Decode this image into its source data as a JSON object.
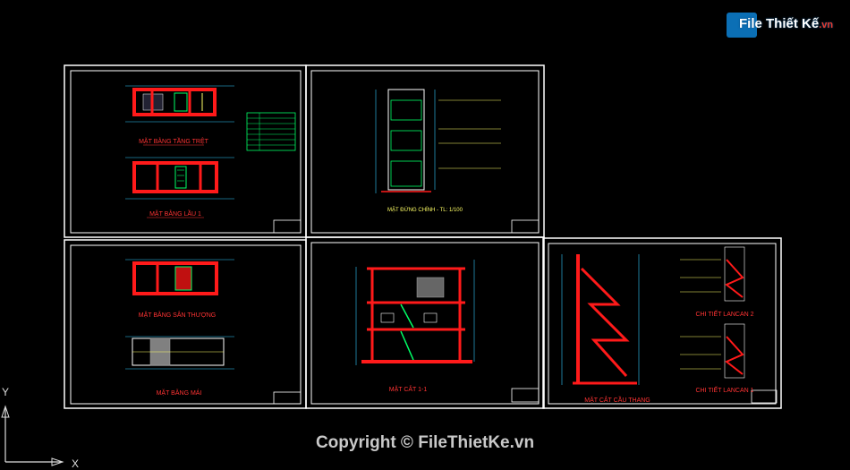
{
  "watermark": {
    "brand": "File Thiết Kế",
    "domain": ".vn"
  },
  "copyright": "Copyright © FileThietKe.vn",
  "ucs": {
    "x_label": "X",
    "y_label": "Y"
  },
  "sheets": [
    {
      "captions": [
        "MẶT BẰNG TẦNG TRỆT",
        "MẶT BẰNG LẦU 1"
      ]
    },
    {
      "captions": [
        "MẶT ĐỨNG CHÍNH - TL: 1/100"
      ]
    },
    {
      "captions": [
        "MẶT BẰNG SÂN THƯỢNG",
        "MẶT BẰNG MÁI"
      ]
    },
    {
      "captions": [
        "MẶT CẮT 1-1"
      ]
    },
    {
      "captions": [
        "MẶT CẮT CẦU THANG",
        "CHI TIẾT LANCAN 2",
        "CHI TIẾT LANCAN 1"
      ]
    }
  ],
  "colors": {
    "frame": "#ffffff",
    "wall": "#ff1a1a",
    "dim": "#33ccff",
    "grid": "#00ff66",
    "text": "#ffff66"
  }
}
